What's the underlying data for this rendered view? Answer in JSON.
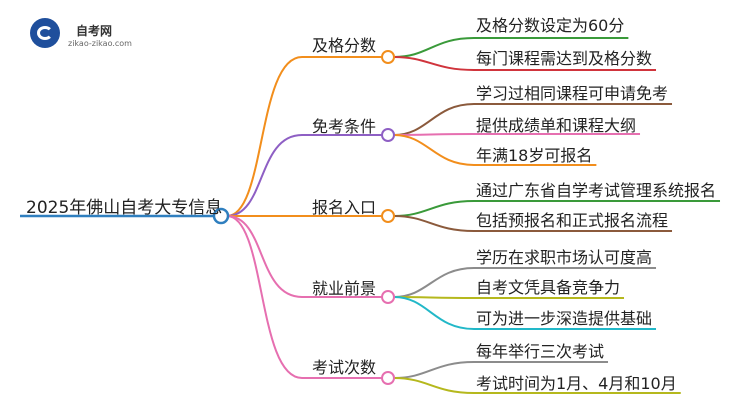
{
  "logo": {
    "name": "自考网",
    "url": "zikao-zikao.com"
  },
  "root": {
    "label": "2025年佛山自考大专信息",
    "color": "#2f7fbf"
  },
  "branches": [
    {
      "label": "及格分数",
      "color": "#f28e1c",
      "leaves": [
        {
          "label": "及格分数设定为60分",
          "color": "#3a9a3a"
        },
        {
          "label": "每门课程需达到及格分数",
          "color": "#d0343c"
        }
      ]
    },
    {
      "label": "免考条件",
      "color": "#8e5fc4",
      "leaves": [
        {
          "label": "学习过相同课程可申请免考",
          "color": "#8b5a3c"
        },
        {
          "label": "提供成绩单和课程大纲",
          "color": "#e66fb0"
        },
        {
          "label": "年满18岁可报名",
          "color": "#f28e1c"
        }
      ]
    },
    {
      "label": "报名入口",
      "color": "#f28e1c",
      "leaves": [
        {
          "label": "通过广东省自学考试管理系统报名",
          "color": "#3a9a3a"
        },
        {
          "label": "包括预报名和正式报名流程",
          "color": "#8b5a3c"
        }
      ]
    },
    {
      "label": "就业前景",
      "color": "#e66fb0",
      "leaves": [
        {
          "label": "学历在求职市场认可度高",
          "color": "#8c8c8c"
        },
        {
          "label": "自考文凭具备竞争力",
          "color": "#b5b81d"
        },
        {
          "label": "可为进一步深造提供基础",
          "color": "#22b8c8"
        }
      ]
    },
    {
      "label": "考试次数",
      "color": "#e66fb0",
      "leaves": [
        {
          "label": "每年举行三次考试",
          "color": "#8c8c8c"
        },
        {
          "label": "考试时间为1月、4月和10月",
          "color": "#b5b81d"
        }
      ]
    }
  ]
}
